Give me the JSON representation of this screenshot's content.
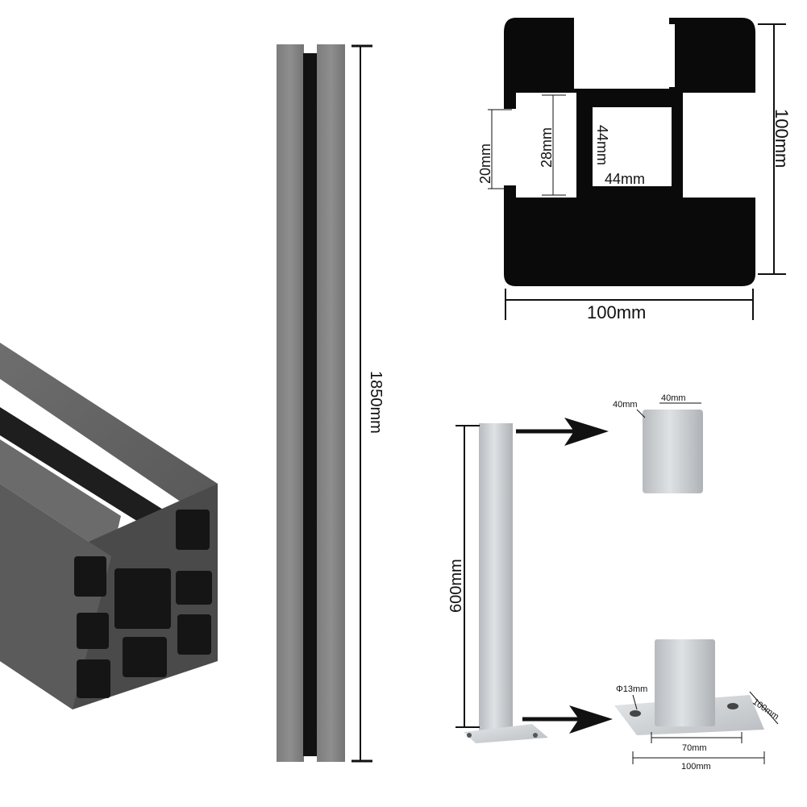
{
  "post": {
    "length_label": "1850mm"
  },
  "cross_section": {
    "width_label": "100mm",
    "height_label": "100mm",
    "slot_width_label": "20mm",
    "slot_depth_label": "28mm",
    "core_height_label": "44mm",
    "core_width_label": "44mm"
  },
  "steel_insert": {
    "length_label": "600mm",
    "profile_depth_label": "40mm",
    "profile_width_label": "40mm"
  },
  "base_plate": {
    "hole_label": "Φ13mm",
    "size_label": "100mm",
    "hole_spacing_label": "70mm",
    "width_label": "100mm"
  },
  "colors": {
    "composite_grey": "#6a6a6a",
    "section_black": "#0a0a0a",
    "steel": "#c9cccf"
  }
}
